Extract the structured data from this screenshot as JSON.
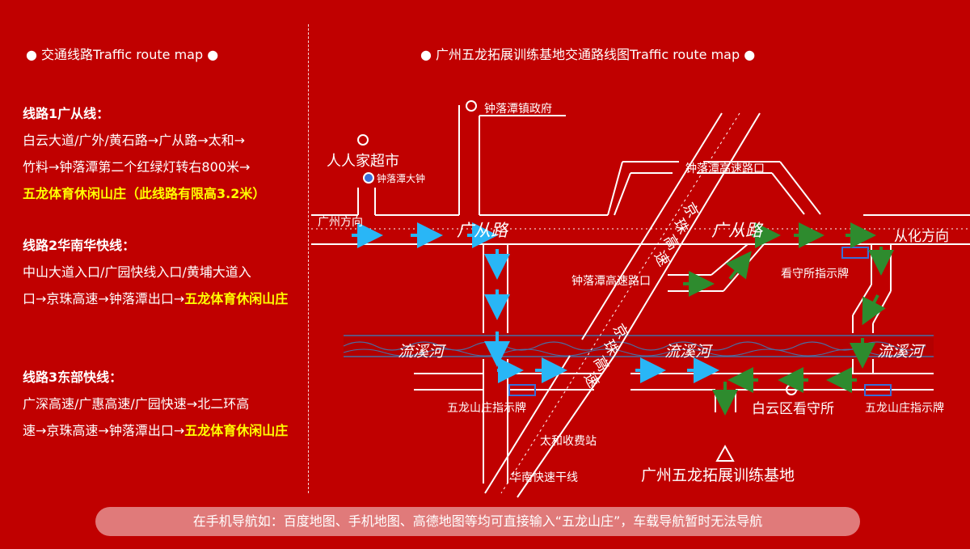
{
  "left": {
    "title": "● 交通线路Traffic route map ●",
    "routes": [
      {
        "title": "线路1广从线：",
        "line1": "白云大道/广外/黄石路→广从路→太和→",
        "line2": "竹料→钟落潭第二个红绿灯转右800米→",
        "highlight": "五龙体育休闲山庄（此线路有限高3.2米）"
      },
      {
        "title": "线路2华南华快线：",
        "line1": "中山大道入口/广园快线入口/黄埔大道入",
        "line2": "口→京珠高速→钟落潭出口→",
        "highlight": "五龙体育休闲山庄"
      },
      {
        "title": "线路3东部快线：",
        "line1": "广深高速/广惠高速/广园快速→北二环高",
        "line2": "速→京珠高速→钟落潭出口→",
        "highlight": "五龙体育休闲山庄"
      }
    ]
  },
  "map": {
    "title": "● 广州五龙拓展训练基地交通路线图Traffic  route map ●",
    "labels": {
      "gov": "钟落潭镇政府",
      "supermarket": "人人家超市",
      "clock": "钟落潭大钟",
      "gz_dir": "广州方向",
      "gcr_left": "广从路",
      "gcr_right": "广从路",
      "conghua_dir": "从化方向",
      "jz_top": [
        "京",
        "珠",
        "高",
        "速"
      ],
      "jz_bottom": [
        "京",
        "珠",
        "高",
        "速"
      ],
      "zlt_exit_top": "钟落潭高速路口",
      "zlt_exit_mid": "钟落潭高速路口",
      "detention_sign": "看守所指示牌",
      "river1": "流溪河",
      "river2": "流溪河",
      "river3": "流溪河",
      "wulong_sign_left": "五龙山庄指示牌",
      "wulong_sign_right": "五龙山庄指示牌",
      "baiyun_detention": "白云区看守所",
      "taihe_toll": "太和收费站",
      "huanan_exp": "华南快速干线",
      "base": "广州五龙拓展训练基地"
    }
  },
  "bottom": {
    "text": "在手机导航如：百度地图、手机地图、高德地图等均可直接输入“五龙山庄”，车载导航暂时无法导航"
  },
  "colors": {
    "background": "#c00000",
    "highlight": "#ffff00",
    "blue_arrow": "#29b6f6",
    "green_arrow": "#2e8b2e",
    "river": "#4a6fa5"
  }
}
